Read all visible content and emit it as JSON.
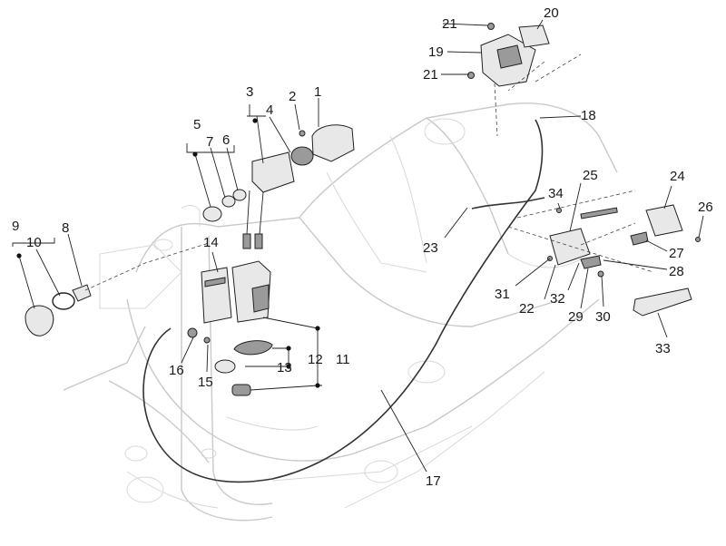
{
  "callouts": {
    "c1": "1",
    "c2": "2",
    "c3": "3",
    "c4": "4",
    "c5": "5",
    "c6": "6",
    "c7": "7",
    "c8": "8",
    "c9": "9",
    "c10": "10",
    "c11": "11",
    "c12": "12",
    "c13": "13",
    "c14": "14",
    "c15": "15",
    "c16": "16",
    "c17": "17",
    "c18": "18",
    "c19": "19",
    "c20": "20",
    "c21a": "21",
    "c21b": "21",
    "c22": "22",
    "c23": "23",
    "c24": "24",
    "c25": "25",
    "c26": "26",
    "c27": "27",
    "c28": "28",
    "c29": "29",
    "c30": "30",
    "c31": "31",
    "c32": "32",
    "c33": "33",
    "c34": "34"
  },
  "colors": {
    "frame": "#c9c9c9",
    "ink": "#1a1a1a",
    "part_fill": "#e8e8e8",
    "part_dark": "#9a9a9a"
  }
}
